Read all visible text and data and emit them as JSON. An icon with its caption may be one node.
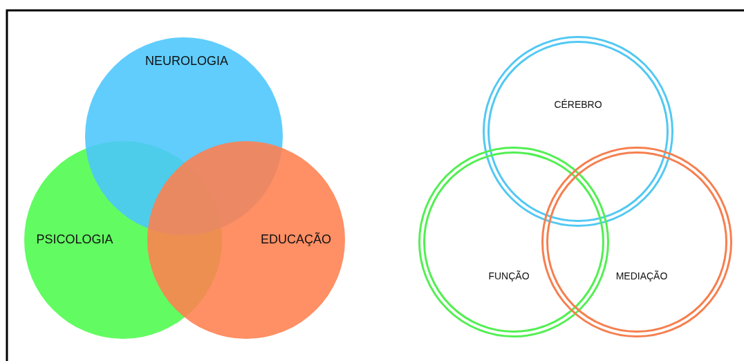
{
  "diagram": {
    "nodes": [
      {
        "text": [
          "NEUROLOGIA"
        ]
      },
      {
        "text": [
          "PSICOLOGIA"
        ]
      },
      {
        "text": [
          "EDUCAÇÃO"
        ]
      },
      {
        "text": [
          "CÉREBRO"
        ]
      },
      {
        "text": [
          "FUNÇÃO"
        ]
      },
      {
        "text": [
          "MEDIAÇÃO"
        ]
      }
    ]
  }
}
